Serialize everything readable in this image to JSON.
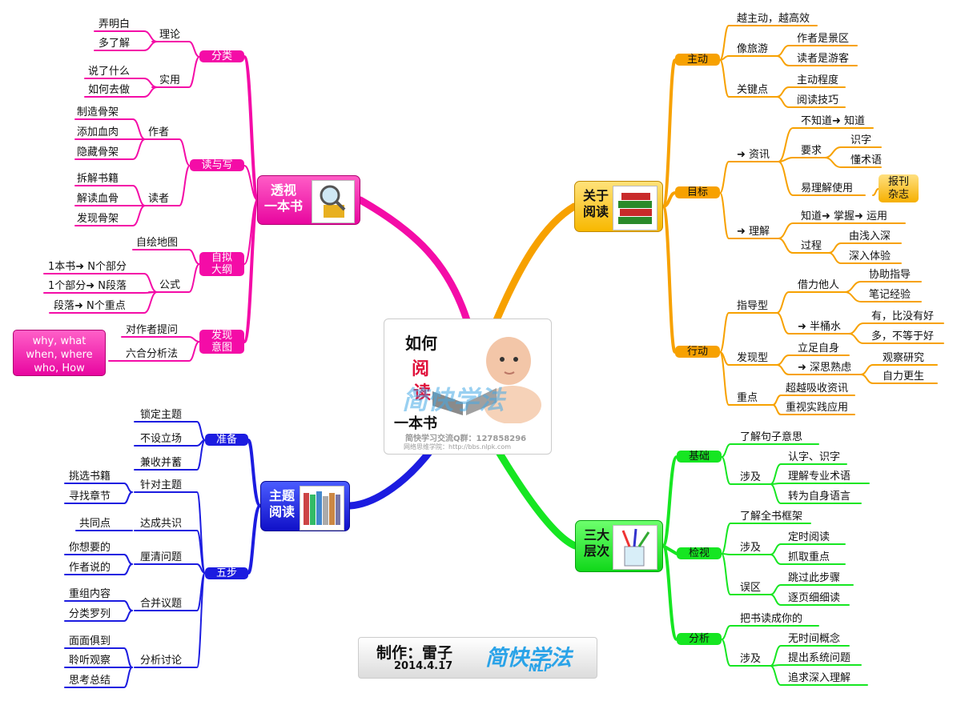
{
  "center": {
    "line1": "如何",
    "line2": "阅",
    "line3": "读",
    "line4": "一本书",
    "watermark": "简快学法",
    "qq": "简快学习交流Q群：127858296",
    "site": "网络思维学院：http://bbs.nlpk.com",
    "baby_color": "#f3c6a8",
    "book_color": "#8a8a8a"
  },
  "credit": {
    "by": "制作：雷子",
    "date": "2014.4.17",
    "brand": "简快学法",
    "brand_sub": "NLP"
  },
  "colors": {
    "pink": "#f40ca7",
    "orange": "#f7a100",
    "blue": "#1c1ce0",
    "green": "#16e622"
  },
  "branches": {
    "toushi": {
      "title": "透视\n一本书",
      "icon": "magnifier-book-icon",
      "fenlei": {
        "label": "分类",
        "lilun": "理论",
        "nongming": "弄明白",
        "duoliaojie": "多了解",
        "shiyong": "实用",
        "shuolesha": "说了什么",
        "ruhequzuo": "如何去做"
      },
      "duyuxie": {
        "label": "读与写",
        "zuozhe": "作者",
        "zhizao": "制造骨架",
        "tianjia": "添加血肉",
        "yincang": "隐藏骨架",
        "duzhe": "读者",
        "chaijie": "拆解书籍",
        "jiedu": "解读血骨",
        "faxian": "发现骨架"
      },
      "ziniyaogang": {
        "label": "自拟\n大纲",
        "zihui": "自绘地图",
        "gongshi": "公式",
        "f1": "1本书➜ N个部分",
        "f2": "1个部分➜ N段落",
        "f3": "段落➜ N个重点"
      },
      "faxianyitu": {
        "label": "发现\n意图",
        "tiwen": "对作者提问",
        "liuhe": "六合分析法",
        "whq": "why, what\nwhen, where\nwho, How"
      }
    },
    "guanyu": {
      "title": "关于\n阅读",
      "icon": "books-stack-icon",
      "zhudong": {
        "label": "主动",
        "yue": "越主动，越高效",
        "lvyou": "像旅游",
        "jingqu": "作者是景区",
        "youke": "读者是游客",
        "guanjian": "关键点",
        "chengdu": "主动程度",
        "jiqiao": "阅读技巧"
      },
      "mubiao": {
        "label": "目标",
        "zixun": "➜ 资讯",
        "buzhi": "不知道➜ 知道",
        "yaoqiu": "要求",
        "shizi": "识字",
        "dongshu": "懂术语",
        "yilijie": "易理解使用",
        "baokan": "报刊\n杂志",
        "lijie": "➜ 理解",
        "zhidao": "知道➜ 掌握➜ 运用",
        "guocheng": "过程",
        "youqian": "由浅入深",
        "shenru": "深入体验"
      },
      "xingdong": {
        "label": "行动",
        "zhidao": "指导型",
        "jieli": "借力他人",
        "xiezhu": "协助指导",
        "biji": "笔记经验",
        "bantong": "➜ 半桶水",
        "you": "有，比没有好",
        "duo": "多，不等于好",
        "faxian": "发现型",
        "lizu": "立足自身",
        "shensi": "➜ 深思熟虑",
        "guancha": "观察研究",
        "zili": "自力更生",
        "zhongdian": "重点",
        "chaoyue": "超越吸收资讯",
        "zhongshi": "重视实践应用"
      }
    },
    "zhuti": {
      "title": "主题\n阅读",
      "icon": "bookshelf-icon",
      "zhunbei": {
        "label": "准备",
        "suoding": "锁定主题",
        "bushe": "不设立场",
        "jianshou": "兼收并蓄"
      },
      "wubu": {
        "label": "五步",
        "zhendui": "针对主题",
        "tiaoxuan": "挑选书籍",
        "xunzhao": "寻找章节",
        "dacheng": "达成共识",
        "gongtong": "共同点",
        "liqing": "厘清问题",
        "nixiang": "你想要的",
        "zuozheshuo": "作者说的",
        "hebing": "合并议题",
        "chongzu": "重组内容",
        "fenlei": "分类罗列",
        "fenxi": "分析讨论",
        "mianmian": "面面俱到",
        "lingting": "聆听观察",
        "sikao": "思考总结"
      }
    },
    "sanda": {
      "title": "三大\n层次",
      "icon": "pencil-cup-icon",
      "jichu": {
        "label": "基础",
        "juzi": "了解句子意思",
        "sheji": "涉及",
        "renzi": "认字、识字",
        "shuyu": "理解专业术语",
        "zhuanwei": "转为自身语言"
      },
      "jianshi": {
        "label": "检视",
        "kuangjia": "了解全书框架",
        "sheji": "涉及",
        "dingshi": "定时阅读",
        "zhuaqu": "抓取重点",
        "wuqu": "误区",
        "tiaoguo": "跳过此步骤",
        "zhuye": "逐页细细读"
      },
      "fenxi": {
        "label": "分析",
        "ba": "把书读成你的",
        "sheji": "涉及",
        "wushijian": "无时间概念",
        "tichu": "提出系统问题",
        "zhuiqiu": "追求深入理解"
      }
    }
  }
}
